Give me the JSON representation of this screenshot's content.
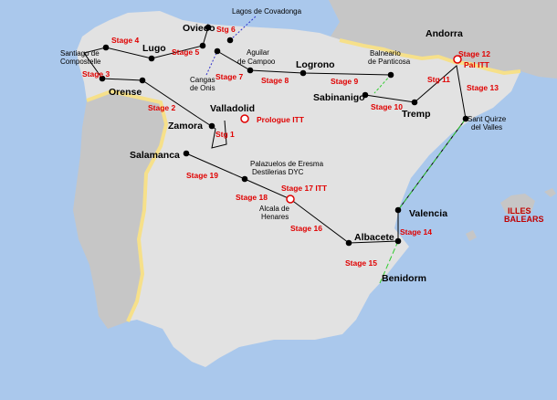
{
  "colors": {
    "sea": "#aac8ec",
    "land_spain": "#e2e2e2",
    "land_other": "#c6c6c6",
    "border": "#f6e08a",
    "route": "#000000",
    "transfer": "#33cc33",
    "stage_label": "#e00000",
    "itt_marker": "#e00000"
  },
  "cities": {
    "oviedo": "Oviedo",
    "lugo": "Lugo",
    "santiago_1": "Santiago de",
    "santiago_2": "Compostelle",
    "orense": "Orense",
    "aguilar_1": "Aguilar",
    "aguilar_2": "de Campoo",
    "cangas_1": "Cangas",
    "cangas_2": "de Onis",
    "lagos": "Lagos de Covadonga",
    "logrono": "Logrono",
    "balneario_1": "Balneario",
    "balneario_2": "de Panticosa",
    "andorra": "Andorra",
    "sabinanigo": "Sabinanigo",
    "tremp": "Tremp",
    "sant_quirze_1": "Sant Quirze",
    "sant_quirze_2": "del Valles",
    "valladolid": "Valladolid",
    "zamora": "Zamora",
    "salamanca": "Salamanca",
    "palazuelos_1": "Palazuelos de Eresma",
    "palazuelos_2": "Destilerias DYC",
    "alcala_1": "Alcala de",
    "alcala_2": "Henares",
    "albacete": "Albacete",
    "valencia": "Valencia",
    "benidorm": "Benidorm",
    "illes_1": "ILLES",
    "illes_2": "BALEARS"
  },
  "stages": {
    "s2": "Stage 2",
    "s3": "Stage 3",
    "s4": "Stage 4",
    "s5": "Stage 5",
    "s6": "Stg 6",
    "s7": "Stage 7",
    "s8": "Stage 8",
    "s9": "Stage 9",
    "s10": "Stage 10",
    "s11": "Stg 11",
    "s12": "Stage 12",
    "s12b": "Pal ITT",
    "s13": "Stage 13",
    "s14": "Stage 14",
    "s15": "Stage 15",
    "s16": "Stage 16",
    "s17": "Stage 17 ITT",
    "s18": "Stage 18",
    "s19": "Stage 19",
    "s1": "Stg 1",
    "prologue": "Prologue ITT"
  }
}
